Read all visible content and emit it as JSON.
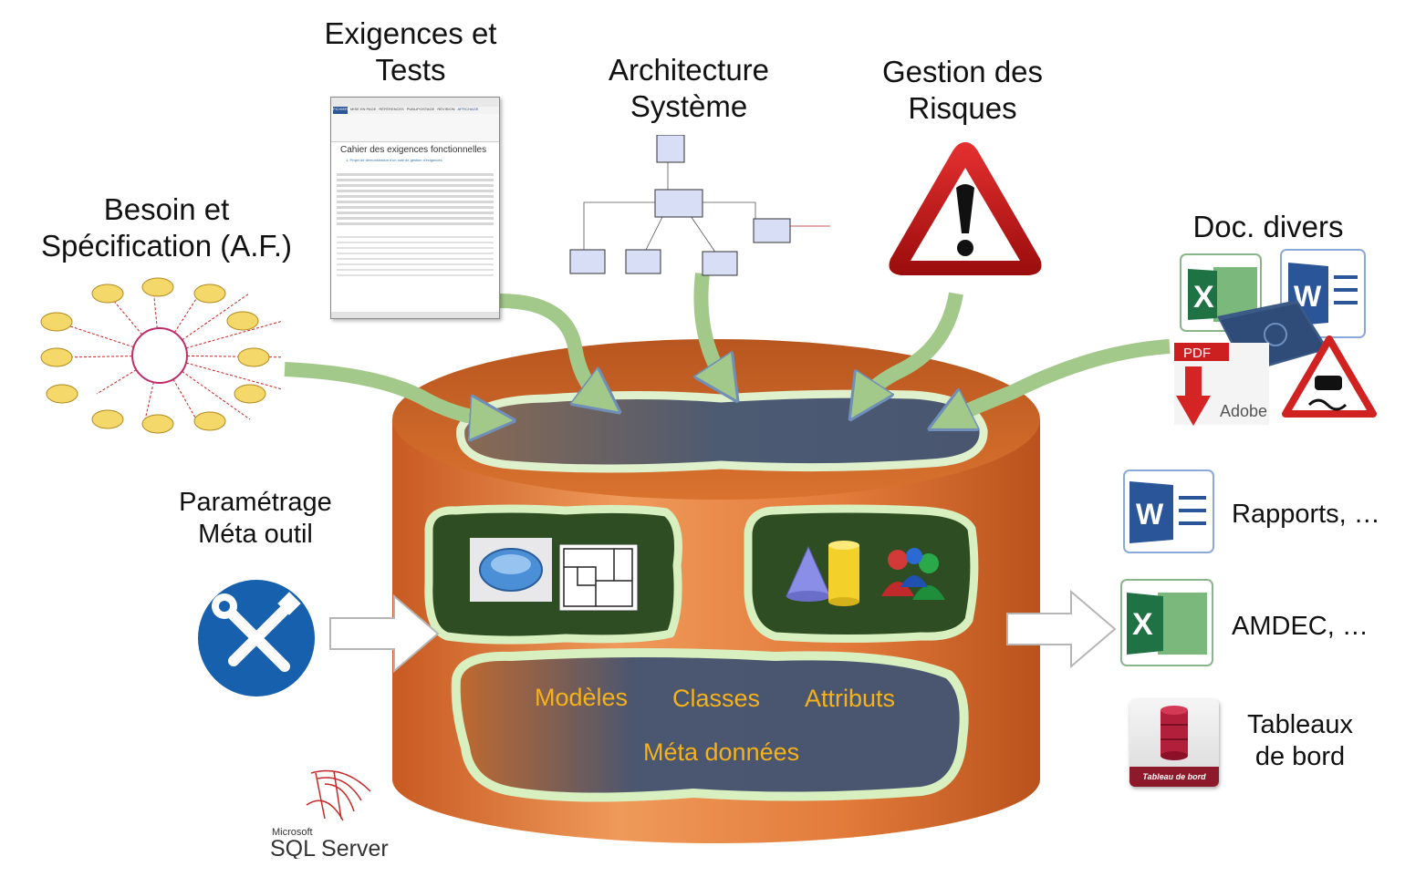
{
  "sources": {
    "besoin": "Besoin et\nSpécification (A.F.)",
    "exigences": "Exigences et\nTests",
    "architecture": "Architecture\nSystème",
    "risques": "Gestion des\nRisques",
    "doc_divers": "Doc. divers"
  },
  "config": {
    "label": "Paramétrage\nMéta outil"
  },
  "outputs": {
    "rapports": "Rapports, …",
    "amdec": "AMDEC, …",
    "tableaux": "Tableaux\nde bord",
    "tableau_badge": "Tableau de bord"
  },
  "database": {
    "modeles": "Modèles",
    "classes": "Classes",
    "attributs": "Attributs",
    "meta": "Méta données"
  },
  "doc_thumb": {
    "ribbon_tabs": [
      "FICHIER",
      "MISE EN PAGE",
      "RÉFÉRENCES",
      "PUBLIPOSTAGE",
      "RÉVISION",
      "AFFICHAGE"
    ],
    "heading": "Cahier des exigences fonctionnelles",
    "subheading": "1. Projet de démonstration d'un outil de gestion d'exigences"
  },
  "doc_icons": {
    "pdf": "PDF",
    "adobe": "Adobe"
  },
  "brand": {
    "line1": "Microsoft",
    "line2": "SQL Server"
  },
  "colors": {
    "cylinder": "#d8642a",
    "arrow_green": "#a3c98a",
    "slate": "#4a5670",
    "gold_text": "#f5b21a",
    "excel": "#1f7244",
    "word": "#2a5699"
  }
}
